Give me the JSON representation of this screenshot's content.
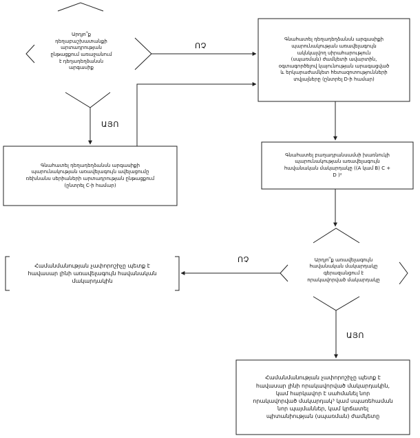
{
  "nodes": {
    "q1": "Արդյո՞ք\nդեղաբաշխատանքի\nարտադրության\nընթացքում առաջանում\nէ դեղադեղձանսն\nարգասիք",
    "p_gen": "Գնահատել դեղադեղձանսն արգասիքի\nպարունակության առավելագույն\nակնկալվող սիրահարություն\n(սպառման) ժամկետի ավարտին,\nօգտագործելով կայունության արագացված\nև երկարաժամկետ հետազոտությունների\nտվյալները (ընտրել D-ի համար)",
    "p_c": "Գնահատել դեղադեղձանսն արգասիքի\nպարունակության առավելագույն ավելացումը\nռեխնանս սերիաների արտադրության ընթացքում\n(ընտրել C-ի համար)",
    "p_sum": "Գնահատել բաղադրանսամսի խառնուկի\nպարունակության առավելագույն\nհավանական մակարդակը ((A կամ B) C +\nD )²",
    "q2": "Արդյո՞ք առավելագույն\nհավանական մակարդակը\nգերազանցում է\nորակավորված մակարդակը",
    "p_left": "Համանմանության չափորոշիչը պետք է\nհավասար լինի առավելագույն հավանական\nմակարդակին",
    "p_bottom": "Համանմանության չափորոշիչը պետք է\nհավասար լինի որակավորված մակարդակին,\nկամ հարկավոր է սահմանել նոր\nորակավորված մակարդակ³ կամ սպառեհաման\nնոր պայմաններ, կամ կրճատել\nպիտանիության (սպառման) ժամկետը"
  },
  "edges": {
    "q1_no": "ՈՉ",
    "q1_yes": "ԱՅՈ",
    "q2_no": "ՈՉ",
    "q2_yes": "ԱՅՈ"
  }
}
